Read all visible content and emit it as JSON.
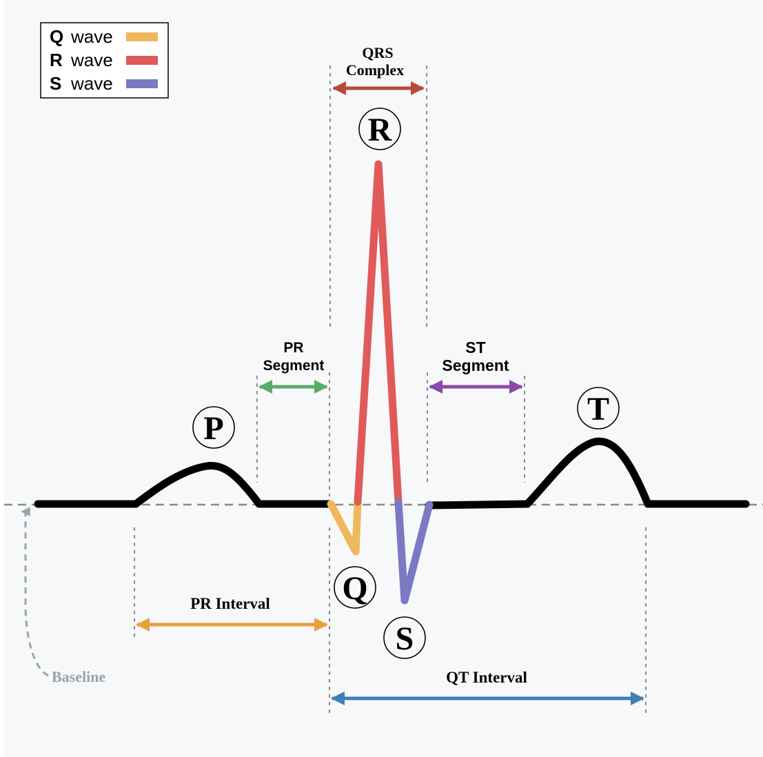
{
  "legend": {
    "items": [
      {
        "letter": "Q",
        "word": "wave",
        "color": "#f0b85c"
      },
      {
        "letter": "R",
        "word": "wave",
        "color": "#e05a5a"
      },
      {
        "letter": "S",
        "word": "wave",
        "color": "#7b78c4"
      }
    ]
  },
  "labels": {
    "qrs_line1": "QRS",
    "qrs_line2": "Complex",
    "pr_seg_line1": "PR",
    "pr_seg_line2": "Segment",
    "st_seg_line1": "ST",
    "st_seg_line2": "Segment",
    "pr_interval": "PR Interval",
    "qt_interval": "QT Interval",
    "baseline": "Baseline"
  },
  "wave_letters": {
    "p": "P",
    "q": "Q",
    "r": "R",
    "s": "S",
    "t": "T"
  },
  "colors": {
    "background": "#f6f8fa",
    "trace": "#000000",
    "q_wave": "#f0b85c",
    "r_wave": "#e05a5a",
    "s_wave": "#7b78c4",
    "qrs_arrow": "#b84a3a",
    "pr_segment_arrow": "#5aab66",
    "st_segment_arrow": "#8c4aa8",
    "pr_interval_arrow": "#e8a13a",
    "qt_interval_arrow": "#3f7fb8",
    "guide": "#8a8a8a",
    "baseline_label": "#9aa3a6"
  }
}
